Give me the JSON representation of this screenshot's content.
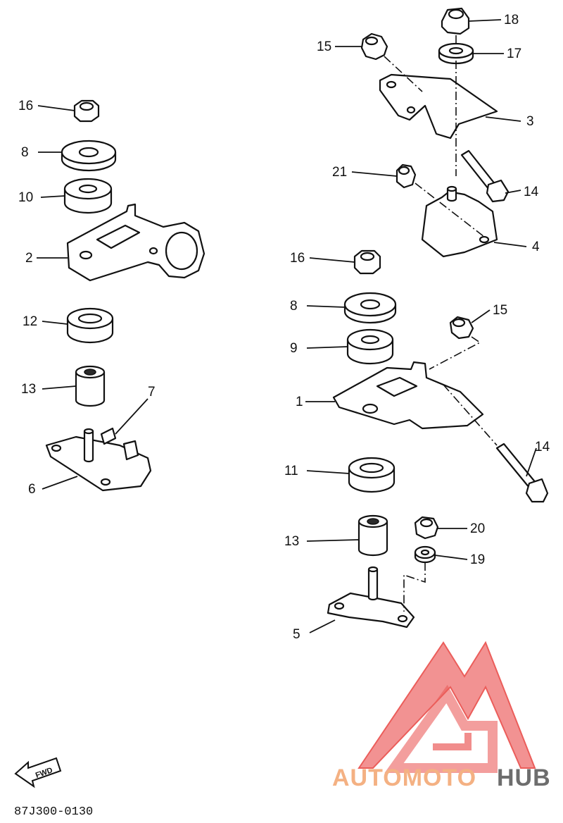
{
  "diagram": {
    "code": "87J300-0130",
    "fwd_label": "FWD",
    "callouts": [
      {
        "id": "c-16a",
        "text": "16"
      },
      {
        "id": "c-8a",
        "text": "8"
      },
      {
        "id": "c-10",
        "text": "10"
      },
      {
        "id": "c-2",
        "text": "2"
      },
      {
        "id": "c-12",
        "text": "12"
      },
      {
        "id": "c-13a",
        "text": "13"
      },
      {
        "id": "c-7",
        "text": "7"
      },
      {
        "id": "c-6",
        "text": "6"
      },
      {
        "id": "c-15a",
        "text": "15"
      },
      {
        "id": "c-18",
        "text": "18"
      },
      {
        "id": "c-17",
        "text": "17"
      },
      {
        "id": "c-3",
        "text": "3"
      },
      {
        "id": "c-21",
        "text": "21"
      },
      {
        "id": "c-14a",
        "text": "14"
      },
      {
        "id": "c-4",
        "text": "4"
      },
      {
        "id": "c-16b",
        "text": "16"
      },
      {
        "id": "c-8b",
        "text": "8"
      },
      {
        "id": "c-9",
        "text": "9"
      },
      {
        "id": "c-15b",
        "text": "15"
      },
      {
        "id": "c-1",
        "text": "1"
      },
      {
        "id": "c-14b",
        "text": "14"
      },
      {
        "id": "c-11",
        "text": "11"
      },
      {
        "id": "c-13b",
        "text": "13"
      },
      {
        "id": "c-20",
        "text": "20"
      },
      {
        "id": "c-19",
        "text": "19"
      },
      {
        "id": "c-5",
        "text": "5"
      }
    ]
  },
  "watermark": {
    "part1": "AUTOMOTO",
    "part2": "HUB",
    "color_light": "#f4b183",
    "color_dark": "#6d6d6d",
    "logo_color": "#e8413e"
  }
}
